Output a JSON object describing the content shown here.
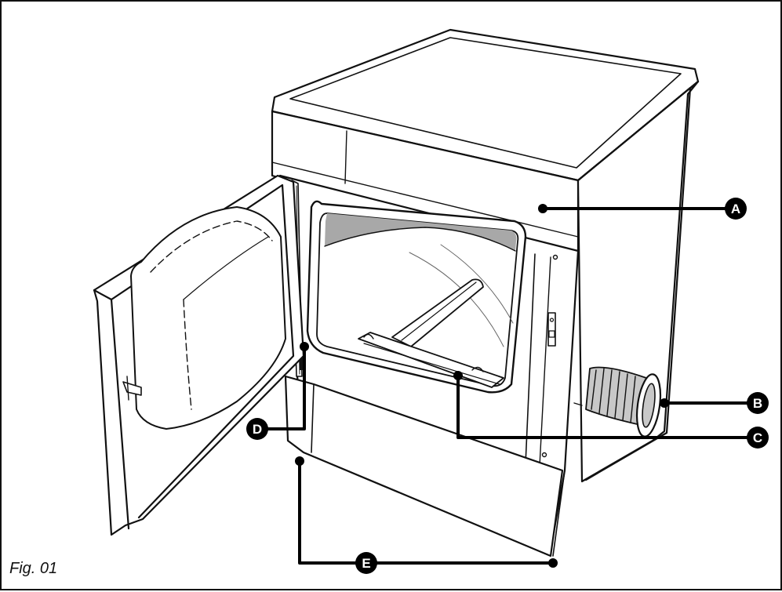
{
  "caption": "Fig. 01",
  "callouts": [
    {
      "id": "A",
      "label": "A"
    },
    {
      "id": "B",
      "label": "B"
    },
    {
      "id": "C",
      "label": "C"
    },
    {
      "id": "D",
      "label": "D"
    },
    {
      "id": "E",
      "label": "E"
    }
  ],
  "colors": {
    "outline": "#111111",
    "drum_shadow": "#a8a8a8",
    "duct": "#c8c8c8"
  }
}
